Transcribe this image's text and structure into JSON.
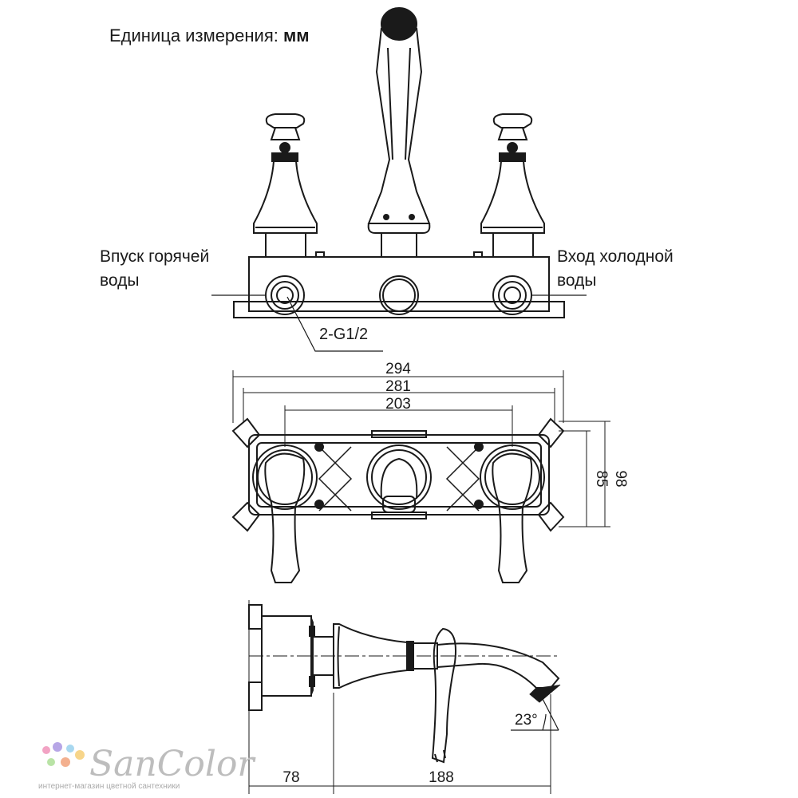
{
  "header": {
    "unit_prefix": "Единица измерения: ",
    "unit_value": "мм"
  },
  "front_view": {
    "hot_label_line1": "Впуск горячей",
    "hot_label_line2": "воды",
    "cold_label_line1": "Вход холодной",
    "cold_label_line2": "воды",
    "thread_label": "2-G1/2"
  },
  "top_view": {
    "dim_overall": "294",
    "dim_mount": "281",
    "dim_centers": "203",
    "dim_depth_inner": "85",
    "dim_depth_outer": "98"
  },
  "side_view": {
    "dim_wall": "78",
    "dim_reach": "188",
    "angle": "23°"
  },
  "brand": {
    "name": "SanColor",
    "tagline": "интернет-магазин цветной сантехники",
    "dot_colors": [
      "#f2a3c4",
      "#b7a6e6",
      "#a8d8f0",
      "#f7d58a",
      "#b9e3a6",
      "#f3b08f"
    ]
  },
  "colors": {
    "line": "#1a1a1a",
    "brand": "#bdbdbd"
  }
}
